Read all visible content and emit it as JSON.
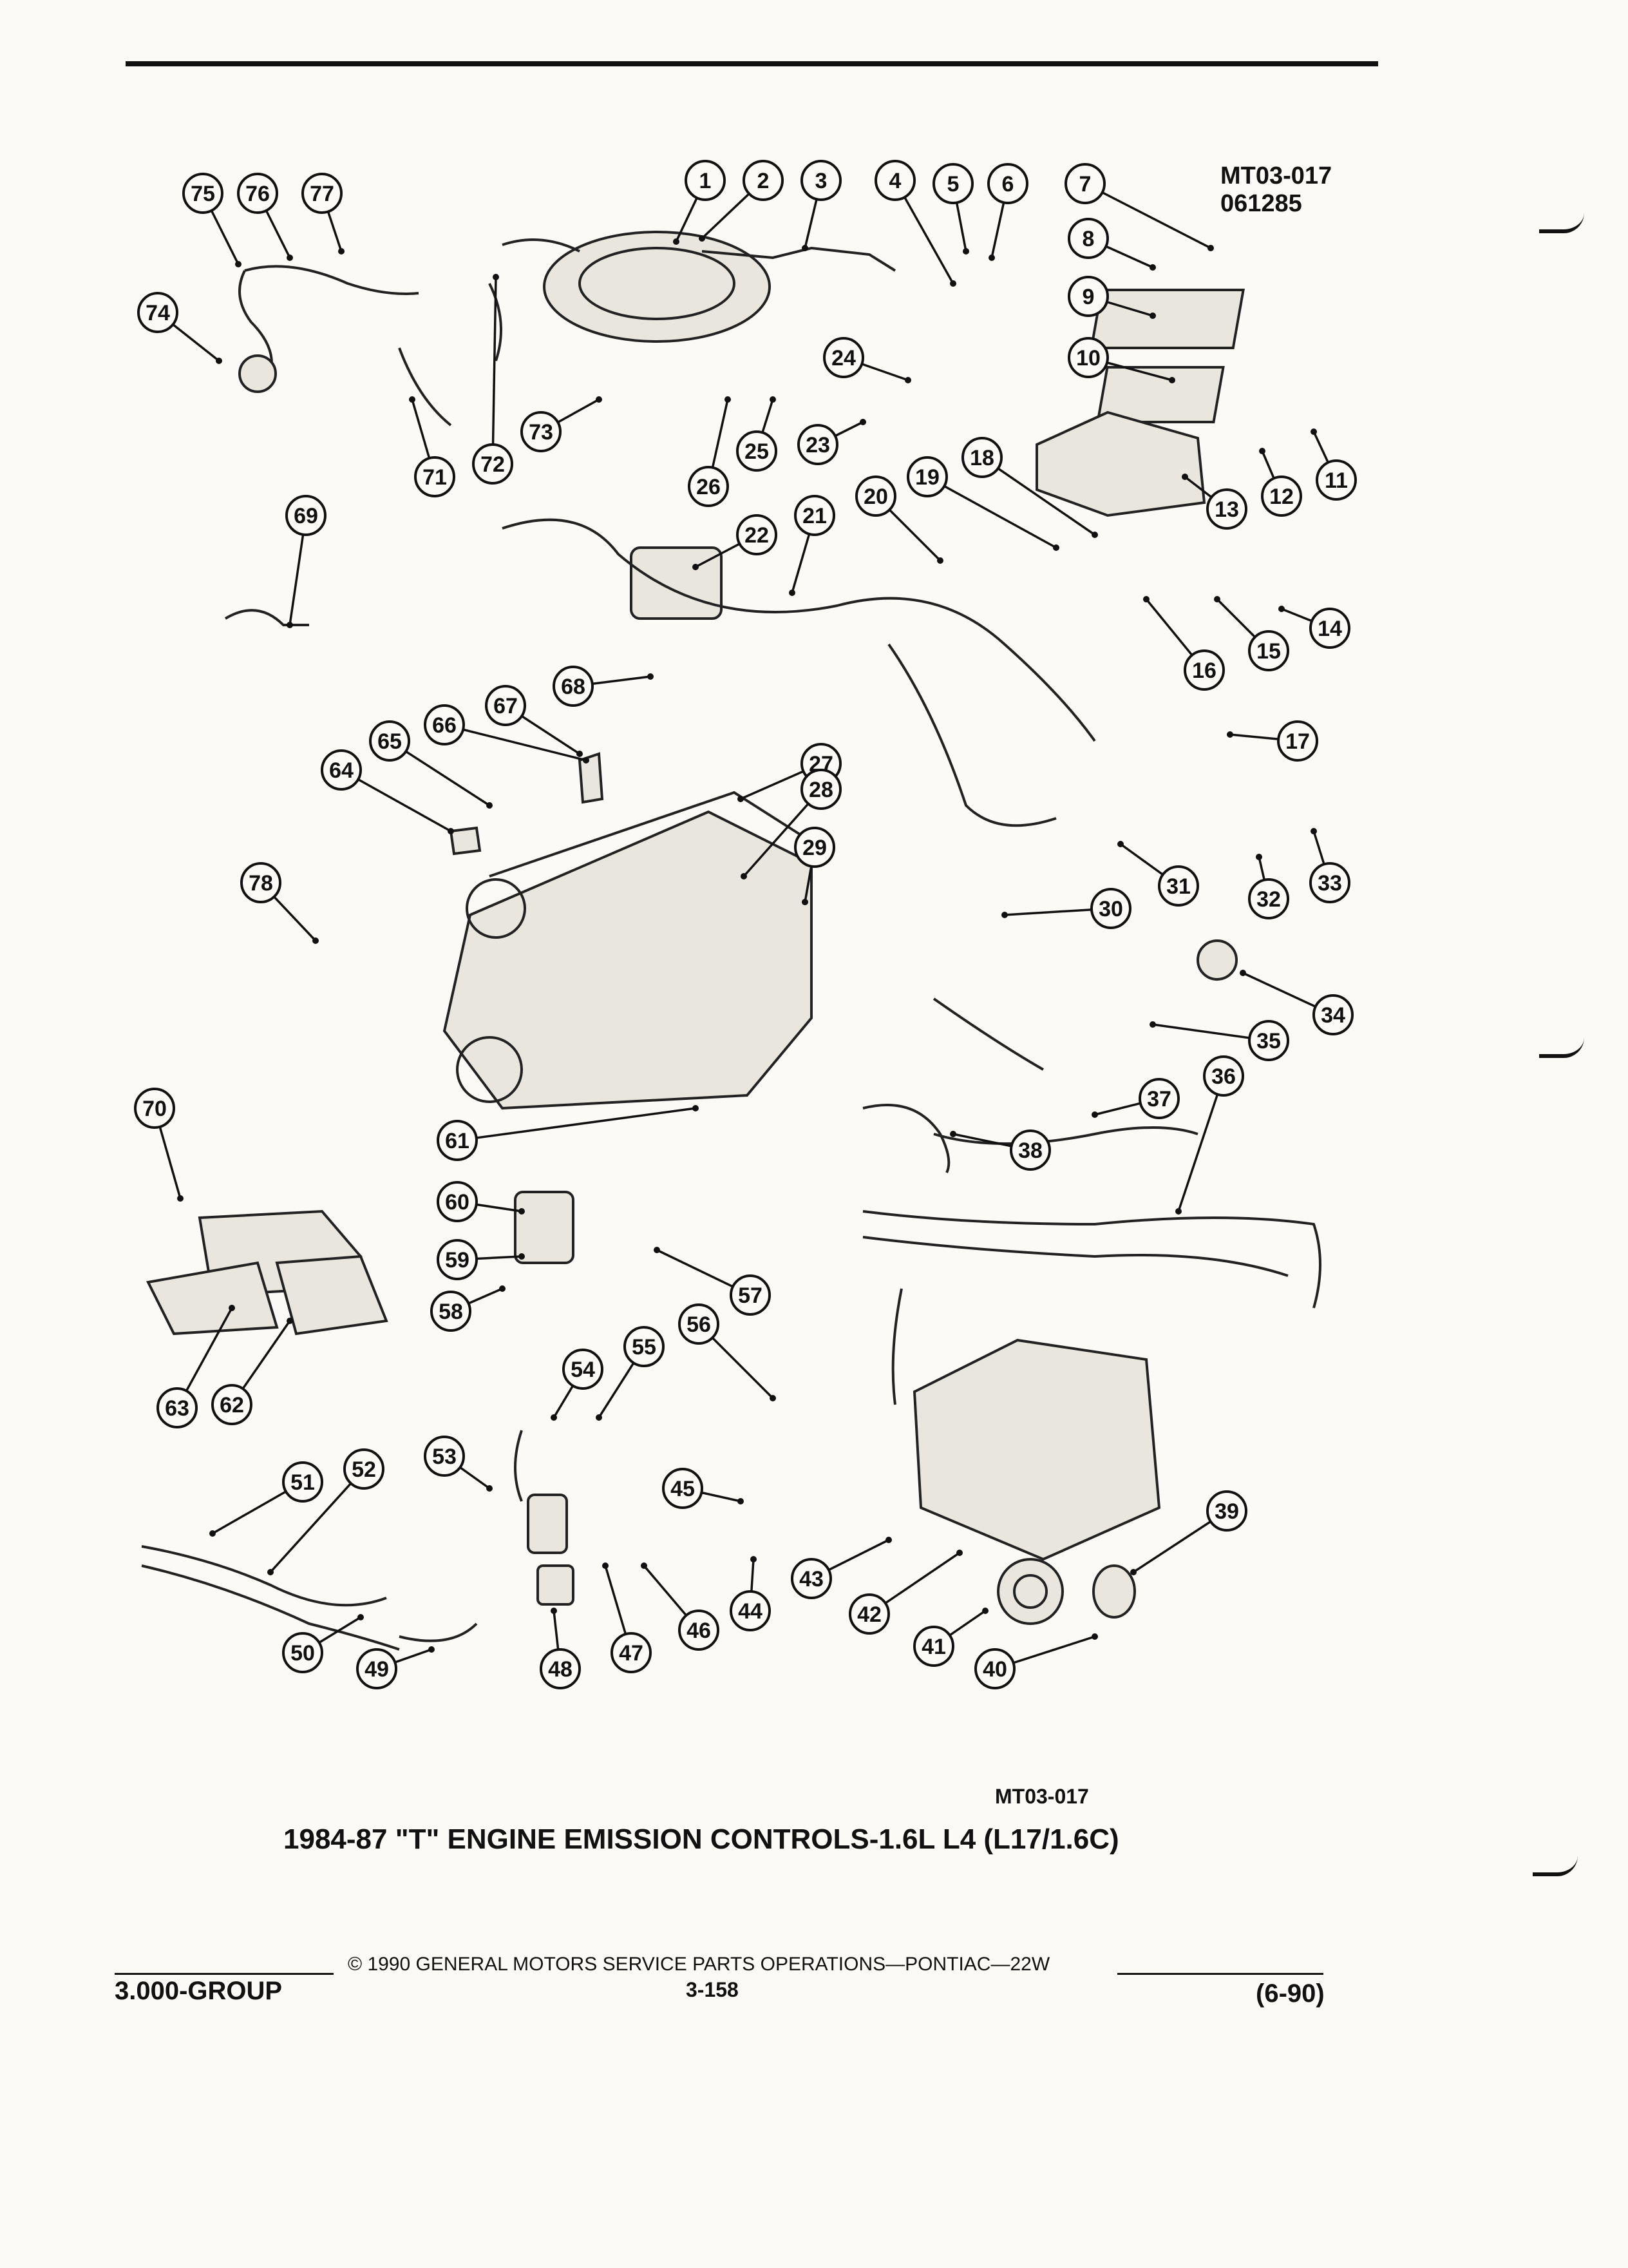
{
  "diagram": {
    "ref_code": "MT03-017",
    "ref_date": "061285",
    "figure_code": "MT03-017",
    "title": "1984-87 \"T\" ENGINE EMISSION CONTROLS-1.6L L4 (L17/1.6C)",
    "callouts": [
      "1",
      "2",
      "3",
      "4",
      "5",
      "6",
      "7",
      "8",
      "9",
      "10",
      "11",
      "12",
      "13",
      "14",
      "15",
      "16",
      "17",
      "18",
      "19",
      "20",
      "21",
      "22",
      "23",
      "24",
      "25",
      "26",
      "27",
      "28",
      "29",
      "30",
      "31",
      "32",
      "33",
      "34",
      "35",
      "36",
      "37",
      "38",
      "39",
      "40",
      "41",
      "42",
      "43",
      "44",
      "45",
      "46",
      "47",
      "48",
      "49",
      "50",
      "51",
      "52",
      "53",
      "54",
      "55",
      "56",
      "57",
      "58",
      "59",
      "60",
      "61",
      "62",
      "63",
      "64",
      "65",
      "66",
      "67",
      "68",
      "69",
      "70",
      "71",
      "72",
      "73",
      "74",
      "75",
      "76",
      "77",
      "78"
    ]
  },
  "footer": {
    "copyright": "© 1990 GENERAL MOTORS SERVICE PARTS OPERATIONS—PONTIAC—22W",
    "group": "3.000-GROUP",
    "page": "3-158",
    "date": "(6-90)"
  }
}
